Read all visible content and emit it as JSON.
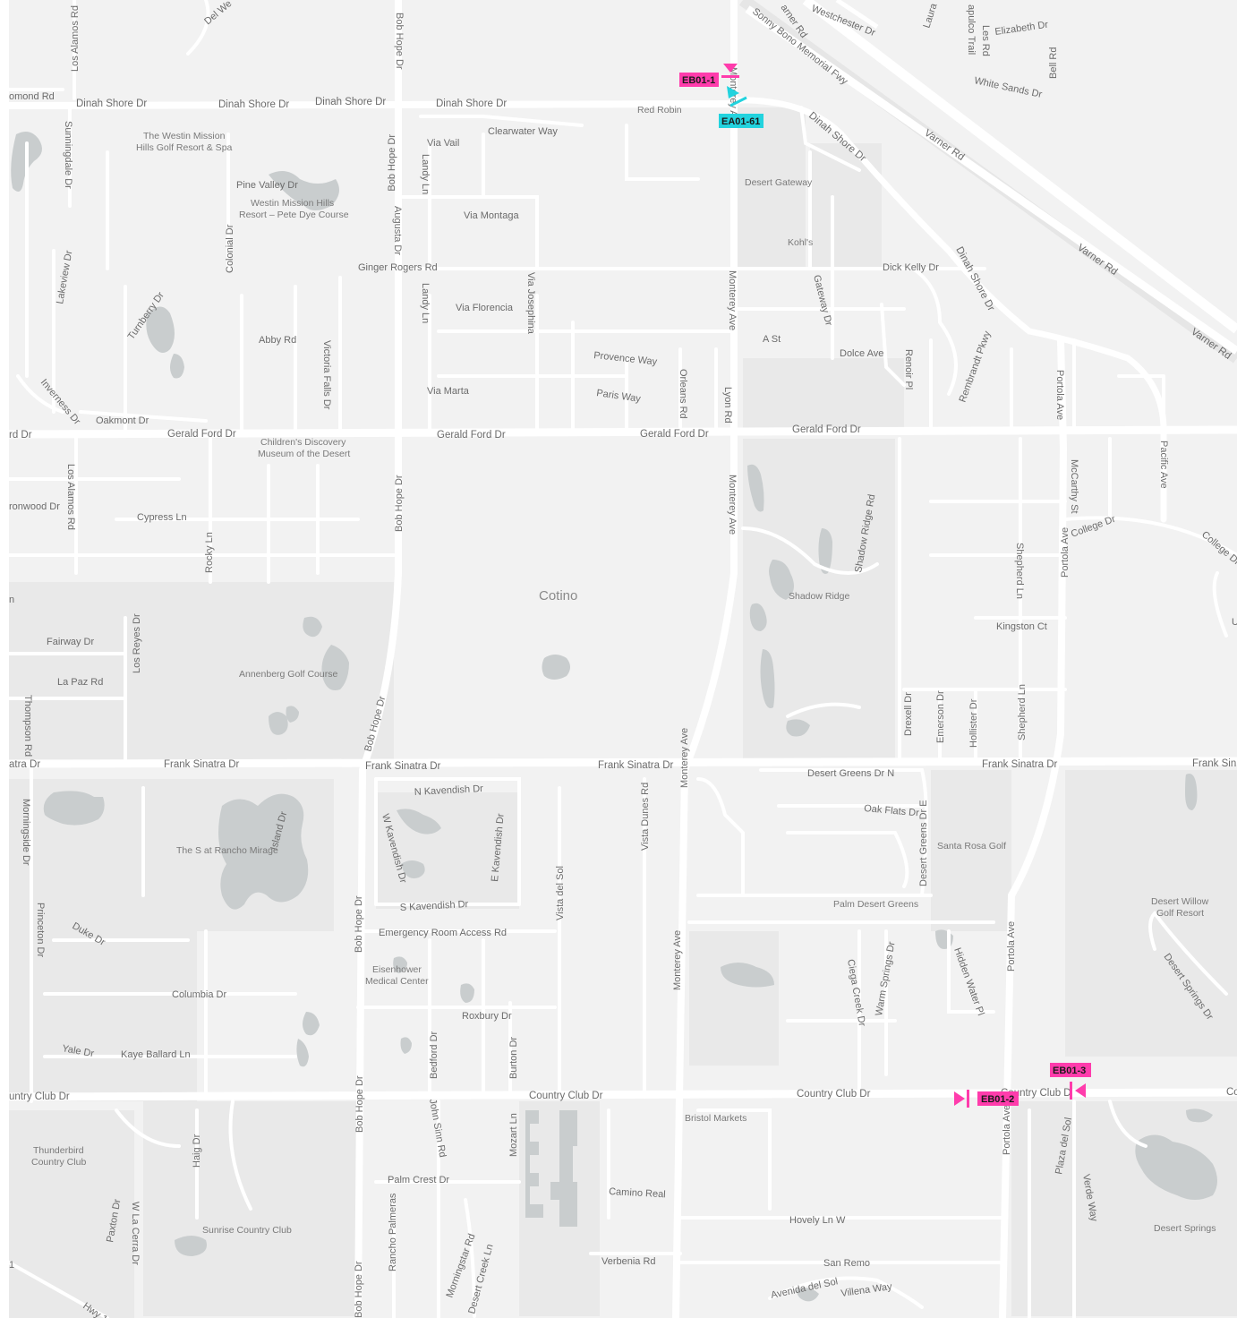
{
  "colors": {
    "background": "#f2f2f2",
    "block": "#e9e9e9",
    "water": "#c9cdce",
    "street": "#ffffff",
    "label": "#6b6b6b",
    "eb_marker": "#ff3cac",
    "ea_marker": "#22d3de"
  },
  "markers": [
    {
      "id": "EB01-1",
      "label": "EB01-1",
      "type": "eb"
    },
    {
      "id": "EA01-61",
      "label": "EA01-61",
      "type": "ea"
    },
    {
      "id": "EB01-2",
      "label": "EB01-2",
      "type": "eb"
    },
    {
      "id": "EB01-3",
      "label": "EB01-3",
      "type": "eb"
    }
  ],
  "labels": {
    "dinah_shore_1": "Dinah Shore Dr",
    "dinah_shore_2": "Dinah Shore Dr",
    "dinah_shore_3": "Dinah Shore Dr",
    "dinah_shore_4": "Dinah Shore Dr",
    "dinah_shore_5": "Dinah Shore Dr",
    "dinah_shore_6": "Dinah Shore Dr",
    "omond": "omond Rd",
    "gerald_1": "Gerald Ford Dr",
    "gerald_2": "Gerald Ford Dr",
    "gerald_3": "Gerald Ford Dr",
    "gerald_4": "Gerald Ford Dr",
    "gerald_w": "rd Dr",
    "frank_1": "Frank Sinatra Dr",
    "frank_2": "Frank Sinatra Dr",
    "frank_3": "Frank Sinatra Dr",
    "frank_4": "Frank Sinatra Dr",
    "frank_e": "Frank Sin",
    "frank_w": "atra Dr",
    "country_1": "Country Club Dr",
    "country_2": "Country Club Dr",
    "country_3": "Country Club D",
    "country_w": "untry Club Dr",
    "country_e": "Co",
    "bob_hope_1": "Bob Hope Dr",
    "bob_hope_2": "Bob Hope Dr",
    "bob_hope_3": "Bob Hope Dr",
    "bob_hope_4": "Bob Hope Dr",
    "bob_hope_5": "Bob Hope Dr",
    "bob_hope_6": "Bob Hope Dr",
    "bob_hope_7": "Bob Hope Dr",
    "monterey_1": "Monterey Ave",
    "monterey_2": "Monterey Ave",
    "monterey_3": "Monterey Ave",
    "monterey_4": "Monterey Ave",
    "portola_1": "Portola Ave",
    "portola_2": "Portola Ave",
    "portola_3": "Portola Ave",
    "portola_4": "Portola Ave",
    "varner_1": "Varner Rd",
    "varner_2": "Varner Rd",
    "varner_3": "Varner Rd",
    "varner_nw": "arner Rd",
    "sonny": "Sonny Bono Memorial Fwy",
    "westchester": "Westchester Dr",
    "laura": "Laura",
    "tapulco": "apulco Trail",
    "les_rd": "Les Rd",
    "elizabeth": "Elizabeth Dr",
    "bell": "Bell Rd",
    "white_sands": "White Sands Dr",
    "red_robin": "Red Robin",
    "clearwater": "Clearwater Way",
    "via_vail": "Via Vail",
    "landy_1": "Landy Ln",
    "landy_2": "Landy Ln",
    "via_montaga": "Via Montaga",
    "augusta": "Augusta Dr",
    "desert_gateway": "Desert Gateway",
    "kohls": "Kohl's",
    "dick_kelly": "Dick Kelly Dr",
    "gateway_dr": "Gateway Dr",
    "ginger": "Ginger Rogers Rd",
    "via_florencia": "Via Florencia",
    "via_josephina": "Via Josephina",
    "provence": "Provence Way",
    "paris": "Paris Way",
    "orleans": "Orleans Rd",
    "lyon": "Lyon Rd",
    "via_marta": "Via Marta",
    "a_st": "A St",
    "dolce": "Dolce Ave",
    "renoir": "Renoir Pl",
    "rembrandt": "Rembrandt Pkwy",
    "westin_1": "The Westin Mission",
    "westin_2": "Hills Golf Resort & Spa",
    "westin_pd_1": "Westin Mission Hills",
    "westin_pd_2": "Resort – Pete Dye Course",
    "pine_valley": "Pine Valley Dr",
    "colonial": "Colonial Dr",
    "sunningdale": "Sunningdale Dr",
    "los_alamos_1": "Los Alamos Rd",
    "los_alamos_2": "Los Alamos Rd",
    "del_we": "Del We",
    "lakeview": "Lakeview Dr",
    "turnberry": "Turnberry Dr",
    "abby": "Abby Rd",
    "victoria": "Victoria Falls Dr",
    "inverness": "Inverness Dr",
    "oakmont": "Oakmont Dr",
    "childrens_1": "Children's Discovery",
    "childrens_2": "Museum of the Desert",
    "ironwood": "ronwood Dr",
    "cypress": "Cypress Ln",
    "rocky": "Rocky Ln",
    "cotino": "Cotino",
    "fairway": "Fairway Dr",
    "los_reyes": "Los Reyes Dr",
    "la_paz": "La Paz Rd",
    "thompson": "Thompson Rd",
    "annenberg": "Annenberg Golf Course",
    "mccarthy": "McCarthy St",
    "pacific": "Pacific Ave",
    "college_1": "College Dr",
    "college_2": "College Dr",
    "shadow_ridge_rd": "Shadow Ridge Rd",
    "shadow_ridge": "Shadow Ridge",
    "shepherd_1": "Shepherd Ln",
    "shepherd_2": "Shepherd Ln",
    "kingston": "Kingston Ct",
    "drexell": "Drexell Dr",
    "emerson": "Emerson Dr",
    "hollister": "Hollister Dr",
    "desert_greens_n": "Desert Greens Dr N",
    "oak_flats": "Oak Flats Dr",
    "desert_greens_e": "Desert Greens Dr E",
    "santa_rosa": "Santa Rosa Golf",
    "palm_desert_greens": "Palm Desert Greens",
    "desert_willow_1": "Desert Willow",
    "desert_willow_2": "Golf Resort",
    "desert_springs_dr": "Desert Springs Dr",
    "hidden_water": "Hidden Water Pl",
    "ciega_creek": "Ciega Creek Dr",
    "warm_springs": "Warm Springs Dr",
    "morningside": "Morningside Dr",
    "the_s": "The S at Rancho Mirage",
    "island": "Island Dr",
    "n_kavendish": "N Kavendish Dr",
    "w_kavendish": "W Kavendish Dr",
    "e_kavendish": "E Kavendish Dr",
    "s_kavendish": "S Kavendish Dr",
    "vista_dunes": "Vista Dunes Rd",
    "vista_del_sol": "Vista del Sol",
    "princeton": "Princeton Dr",
    "duke": "Duke Dr",
    "emergency": "Emergency Room Access Rd",
    "eisenhower_1": "Eisenhower",
    "eisenhower_2": "Medical Center",
    "columbia": "Columbia Dr",
    "roxbury": "Roxbury Dr",
    "yale": "Yale Dr",
    "kaye": "Kaye Ballard Ln",
    "bedford": "Bedford Dr",
    "burton": "Burton Dr",
    "bristol": "Bristol Markets",
    "thunderbird_1": "Thunderbird",
    "thunderbird_2": "Country Club",
    "haig": "Haig Dr",
    "john_sinn": "John Sinn Rd",
    "mozart": "Mozart Ln",
    "palm_crest": "Palm Crest Dr",
    "camino_real": "Camino Real",
    "hovely": "Hovely Ln W",
    "plaza_del_sol": "Plaza del Sol",
    "verde_way": "Verde Way",
    "desert_springs": "Desert Springs",
    "paxton": "Paxton Dr",
    "wla_cerra": "W La Cerra Dr",
    "sunrise": "Sunrise Country Club",
    "rancho_palmeras": "Rancho Palmeras",
    "morningstar": "Morningstar Rd",
    "desert_creek": "Desert Creek Ln",
    "verbenia": "Verbenia Rd",
    "san_remo": "San Remo",
    "avenida_del_sol": "Avenida del Sol",
    "villena": "Villena Way",
    "hwy": "Hwy 1",
    "edge_n": "n",
    "edge_1": "1",
    "edge_u": "U"
  }
}
